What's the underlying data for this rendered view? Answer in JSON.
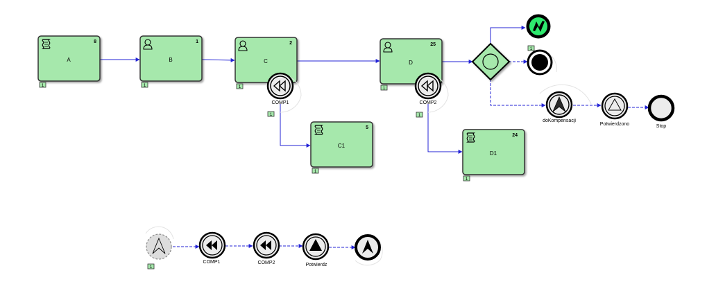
{
  "tasks": {
    "A": {
      "label": "A",
      "number": "8",
      "badge": "1"
    },
    "B": {
      "label": "B",
      "number": "1",
      "badge": "1"
    },
    "C": {
      "label": "C",
      "number": "2",
      "badge": "1"
    },
    "C1": {
      "label": "C1",
      "number": "5",
      "badge": "1"
    },
    "D": {
      "label": "D",
      "number": "25",
      "badge": "1"
    },
    "D1": {
      "label": "D1",
      "number": "24",
      "badge": "1"
    }
  },
  "events": {
    "comp1_boundary": {
      "label": "COMP1",
      "badge": "1"
    },
    "comp2_boundary": {
      "label": "COMP2",
      "badge": "1"
    },
    "end_black": {
      "badge": "1"
    },
    "do_kompensacji": {
      "label": "doKompensacji"
    },
    "potwierdzono": {
      "label": "Potwierdzono"
    },
    "stop": {
      "label": "Stop"
    }
  },
  "subflow": {
    "start": {
      "badge": "1"
    },
    "comp1": {
      "label": "COMP1"
    },
    "comp2": {
      "label": "COMP2"
    },
    "potwierdz": {
      "label": "Potwierdz"
    }
  },
  "colors": {
    "task_fill": "#a6e8ac",
    "task_stroke": "#333333",
    "flow": "#2323d6",
    "event_fill": "#ececec"
  }
}
